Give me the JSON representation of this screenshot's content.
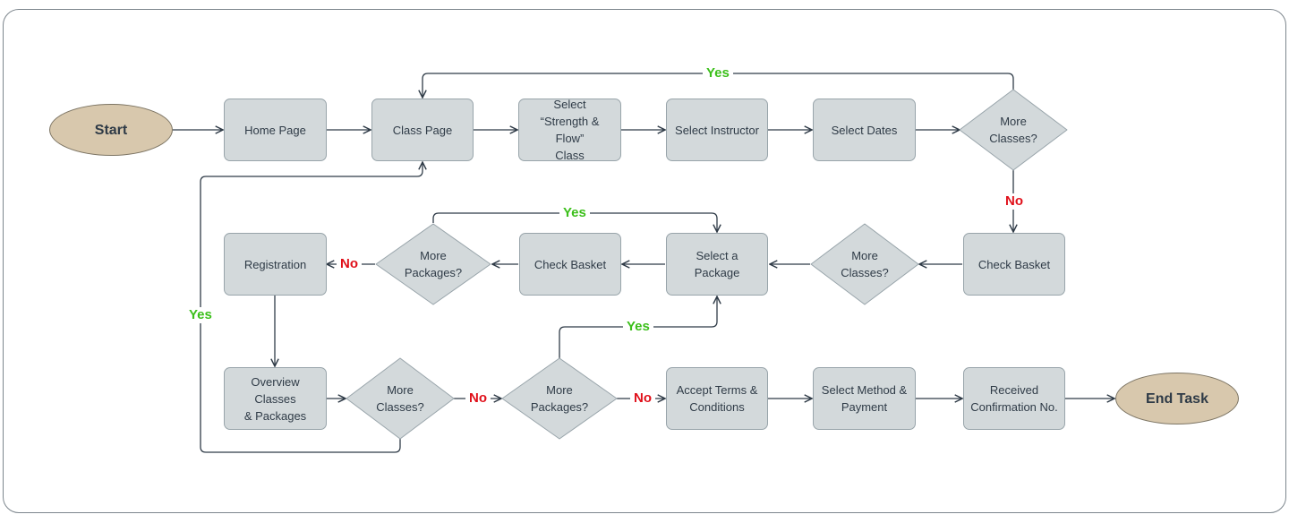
{
  "nodes": {
    "start": "Start",
    "home_page": "Home Page",
    "class_page": "Class Page",
    "select_class": "Select\n“Strength & Flow”\nClass",
    "select_instructor": "Select Instructor",
    "select_dates": "Select Dates",
    "more_classes_1": "More\nClasses?",
    "check_basket_1": "Check Basket",
    "more_classes_2": "More\nClasses?",
    "select_package": "Select a Package",
    "check_basket_2": "Check Basket",
    "more_packages_1": "More\nPackages?",
    "registration": "Registration",
    "overview": "Overview Classes\n& Packages",
    "more_classes_3": "More\nClasses?",
    "more_packages_2": "More\nPackages?",
    "accept_terms": "Accept Terms &\nConditions",
    "select_payment": "Select Method &\nPayment",
    "confirmation": "Received\nConfirmation No.",
    "end": "End Task"
  },
  "edge_labels": {
    "yes_top": "Yes",
    "no_right": "No",
    "yes_packages": "Yes",
    "no_registration": "No",
    "yes_left": "Yes",
    "no_bottom_1": "No",
    "no_bottom_2": "No",
    "yes_bottom": "Yes"
  },
  "colors": {
    "box_fill": "#d3d9db",
    "terminal_fill": "#d8c8ad",
    "line": "#2f3b47",
    "yes": "#3bbf1a",
    "no": "#e0101a"
  }
}
